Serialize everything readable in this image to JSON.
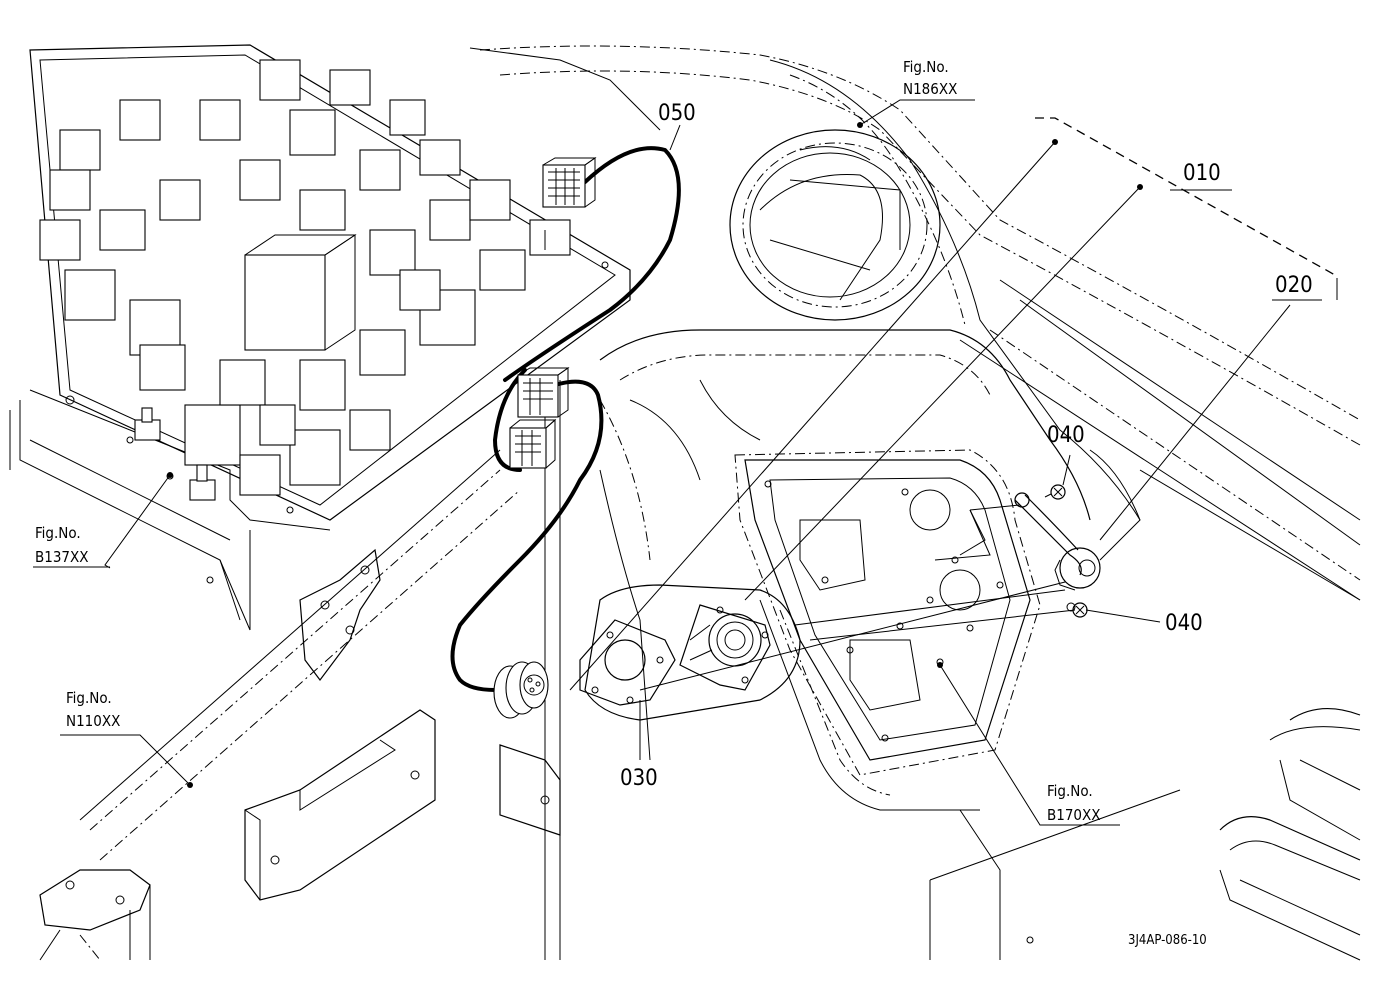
{
  "callouts": {
    "c010": "010",
    "c020": "020",
    "c030": "030",
    "c040a": "040",
    "c040b": "040",
    "c050": "050"
  },
  "figrefs": {
    "n186": {
      "label": "Fig.No.",
      "code": "N186XX"
    },
    "b137": {
      "label": "Fig.No.",
      "code": "B137XX"
    },
    "n110": {
      "label": "Fig.No.",
      "code": "N110XX"
    },
    "b170": {
      "label": "Fig.No.",
      "code": "B170XX"
    }
  },
  "drawing_number": "3J4AP-086-10"
}
